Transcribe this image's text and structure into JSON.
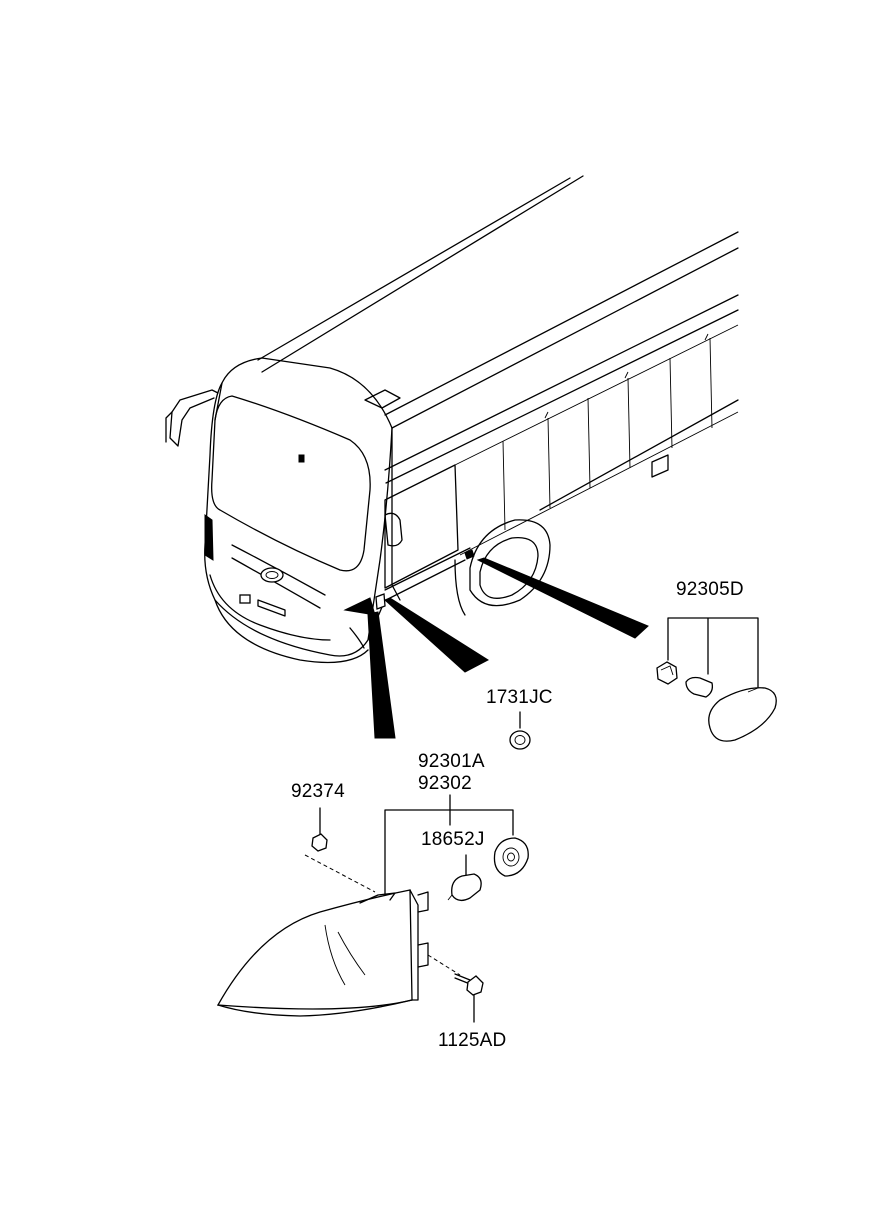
{
  "labels": {
    "p92305D": "92305D",
    "p1731JC": "1731JC",
    "p92301A": "92301A",
    "p92302": "92302",
    "p92374": "92374",
    "p18652J": "18652J",
    "p1125AD": "1125AD"
  },
  "colors": {
    "line": "#000000",
    "background": "#ffffff"
  }
}
